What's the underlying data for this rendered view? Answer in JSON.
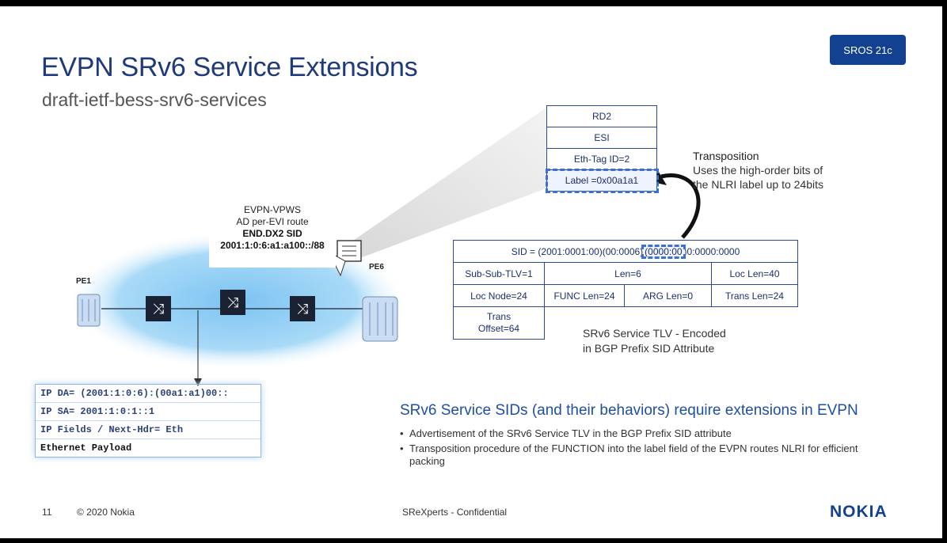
{
  "title": "EVPN SRv6 Service Extensions",
  "subtitle": "draft-ietf-bess-srv6-services",
  "badge": "SROS 21c",
  "nlri": [
    "RD2",
    "ESI",
    "Eth-Tag ID=2",
    "Label =0x00a1a1"
  ],
  "transposition": {
    "title": "Transposition",
    "line1": "Uses the high-order bits of",
    "line2": "the NLRI label up to 24bits"
  },
  "sid": {
    "prefix": "SID = (2001:0001:00)(00:0006)",
    "highlight": "(0000:00",
    "suffix": ")0:0000:0000",
    "row2": [
      "Sub-Sub-TLV=1",
      "Len=6",
      "Loc Len=40"
    ],
    "row3": [
      "Loc Node=24",
      "FUNC Len=24",
      "ARG Len=0",
      "Trans Len=24"
    ],
    "trans_offset_1": "Trans",
    "trans_offset_2": "Offset=64"
  },
  "tlv_caption": {
    "line1": "SRv6 Service TLV - Encoded",
    "line2": "in BGP Prefix SID Attribute"
  },
  "callout": {
    "line1": "EVPN-VPWS",
    "line2": "AD per-EVI route",
    "line3": "END.DX2 SID",
    "line4": "2001:1:0:6:a1:a100::/88"
  },
  "network": {
    "pe1": "PE1",
    "pe6": "PE6",
    "router_glyph": "⤨"
  },
  "packet": [
    "IP DA= (2001:1:0:6):(00a1:a1)00::",
    "IP SA= 2001:1:0:1::1",
    "IP Fields / Next-Hdr= Eth",
    "Ethernet Payload"
  ],
  "requirement": "SRv6 Service SIDs (and their behaviors) require extensions in EVPN",
  "bullets": [
    "Advertisement of the SRv6 Service TLV in the BGP Prefix SID attribute",
    "Transposition procedure of the FUNCTION into the label field of the EVPN routes NLRI for efficient packing"
  ],
  "footer": {
    "page": "11",
    "copyright": "© 2020 Nokia",
    "confidential": "SReXperts - Confidential",
    "logo": "NOKIA"
  },
  "colors": {
    "brand": "#124191",
    "title": "#1f3a7a",
    "highlight": "#3b6fd8"
  }
}
